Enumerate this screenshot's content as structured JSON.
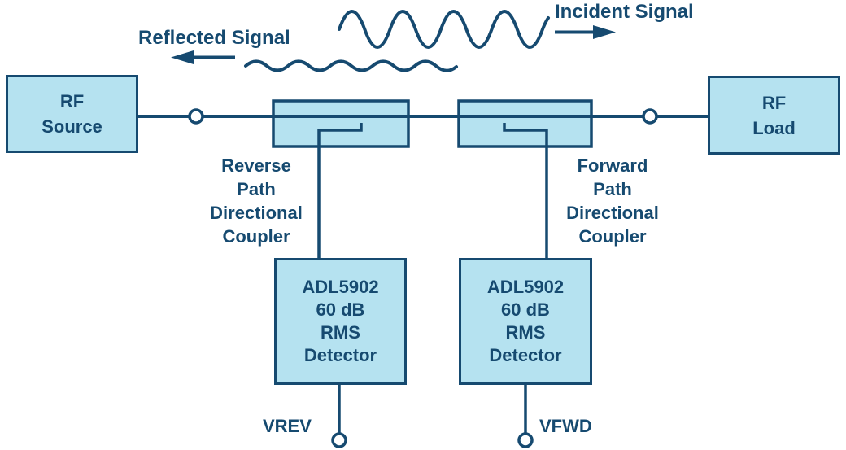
{
  "colors": {
    "background": "#FFFFFF",
    "box_fill": "#B5E2F0",
    "line": "#164A70"
  },
  "annotations": {
    "incident_signal": "Incident Signal",
    "reflected_signal": "Reflected Signal"
  },
  "blocks": {
    "rf_source": {
      "lines": [
        "RF",
        "Source"
      ]
    },
    "rf_load": {
      "lines": [
        "RF",
        "Load"
      ]
    },
    "reverse_coupler_label": {
      "lines": [
        "Reverse",
        "Path",
        "Directional",
        "Coupler"
      ]
    },
    "forward_coupler_label": {
      "lines": [
        "Forward",
        "Path",
        "Directional",
        "Coupler"
      ]
    },
    "reverse_detector": {
      "lines": [
        "ADL5902",
        "60 dB",
        "RMS",
        "Detector"
      ]
    },
    "forward_detector": {
      "lines": [
        "ADL5902",
        "60 dB",
        "RMS",
        "Detector"
      ]
    }
  },
  "outputs": {
    "reverse": "VREV",
    "forward": "VFWD"
  }
}
